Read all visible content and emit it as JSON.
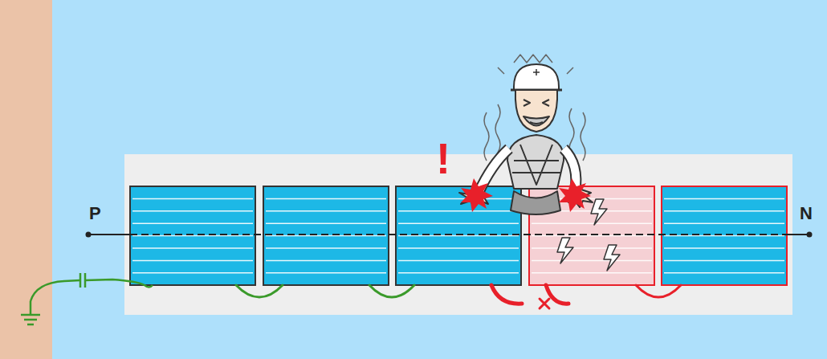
{
  "diagram": {
    "labels": [
      "P",
      "N",
      "!"
    ]
  }
}
